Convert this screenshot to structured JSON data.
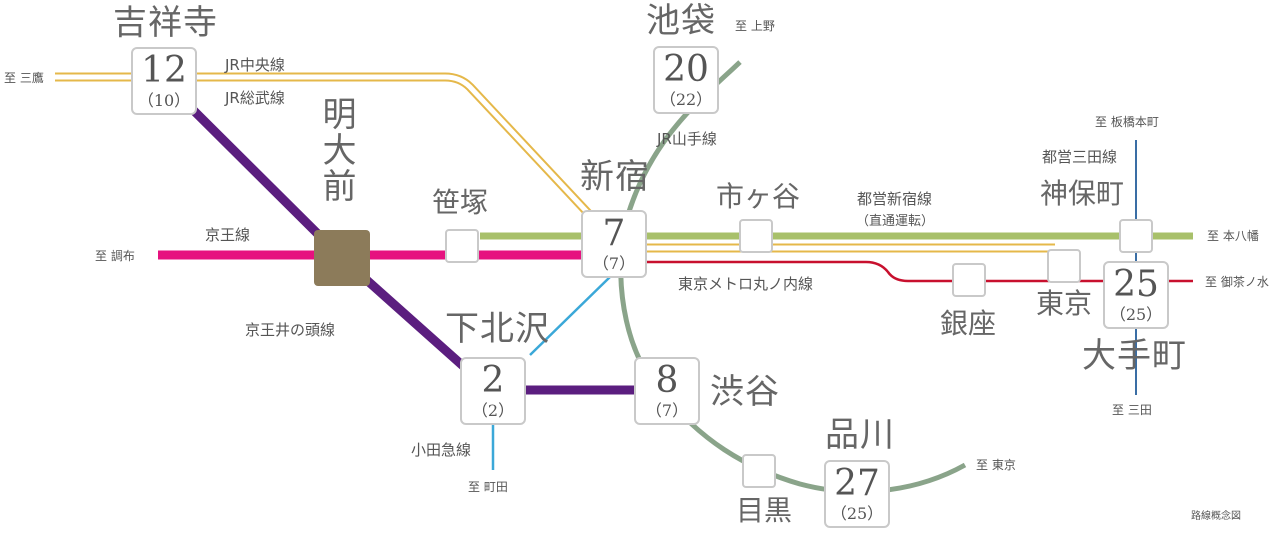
{
  "colors": {
    "keio": "#e6127f",
    "inokashira": "#5b1e7f",
    "chuo_sobu_outer": "#e5b84a",
    "yamanote": "#8aa48a",
    "shinjuku_line": "#a8c06a",
    "marunouchi": "#c8102e",
    "odakyu": "#3ba8d8",
    "mita": "#3a6ea5",
    "origin": "#8c7b5a"
  },
  "origin": {
    "name": "明大前"
  },
  "stations": {
    "kichijoji": {
      "name": "吉祥寺",
      "minutes": "12",
      "paren": "（10）"
    },
    "ikebukuro": {
      "name": "池袋",
      "minutes": "20",
      "paren": "（22）"
    },
    "shinjuku": {
      "name": "新宿",
      "minutes": "7",
      "paren": "（7）"
    },
    "sasazuka": {
      "name": "笹塚"
    },
    "ichigaya": {
      "name": "市ヶ谷"
    },
    "jimbocho": {
      "name": "神保町"
    },
    "shimokitazawa": {
      "name": "下北沢",
      "minutes": "2",
      "paren": "（2）"
    },
    "shibuya": {
      "name": "渋谷",
      "minutes": "8",
      "paren": "（7）"
    },
    "ginza": {
      "name": "銀座"
    },
    "tokyo": {
      "name": "東京"
    },
    "otemachi": {
      "name": "大手町",
      "minutes": "25",
      "paren": "（25）"
    },
    "shinagawa": {
      "name": "品川",
      "minutes": "27",
      "paren": "（25）"
    },
    "meguro": {
      "name": "目黒"
    }
  },
  "lines": {
    "chuo": "JR中央線",
    "sobu": "JR総武線",
    "yamanote": "JR山手線",
    "keio": "京王線",
    "inokashira": "京王井の頭線",
    "shinjuku_line": "都営新宿線",
    "shinjuku_line_note": "（直通運転）",
    "mita": "都営三田線",
    "marunouchi": "東京メトロ丸ノ内線",
    "odakyu": "小田急線"
  },
  "destinations": {
    "mitaka": "至 三鷹",
    "ueno": "至 上野",
    "itabashihoncho": "至 板橋本町",
    "motoyawata": "至 本八幡",
    "ochanomizu": "至 御茶ノ水",
    "chofu": "至 調布",
    "mita": "至 三田",
    "machida": "至 町田",
    "tokyo": "至 東京"
  },
  "footnote": "路線概念図"
}
